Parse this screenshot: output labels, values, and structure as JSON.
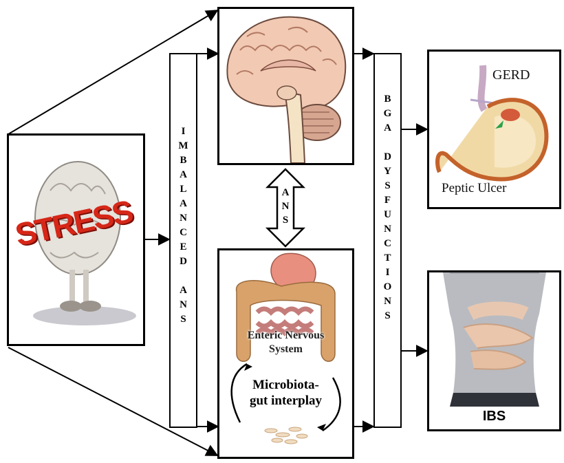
{
  "left_panel": {
    "word": "STRESS"
  },
  "imbalanced_bar": {
    "letters": [
      "I",
      "M",
      "B",
      "A",
      "L",
      "A",
      "N",
      "C",
      "E",
      "D",
      "",
      "A",
      "N",
      "S"
    ]
  },
  "ans_arrow": {
    "letters": [
      "A",
      "N",
      "S"
    ]
  },
  "bga_bar": {
    "letters": [
      "B",
      "G",
      "A",
      "",
      "D",
      "Y",
      "S",
      "F",
      "U",
      "N",
      "C",
      "T",
      "I",
      "O",
      "N",
      "S"
    ]
  },
  "gerd_panel": {
    "title": "GERD",
    "subtitle": "Peptic Ulcer"
  },
  "ibs_panel": {
    "title": "IBS"
  },
  "gut_panel": {
    "line1": "Enteric Nervous",
    "line2": "System",
    "line3": "Microbiota-",
    "line4": "gut interplay"
  }
}
